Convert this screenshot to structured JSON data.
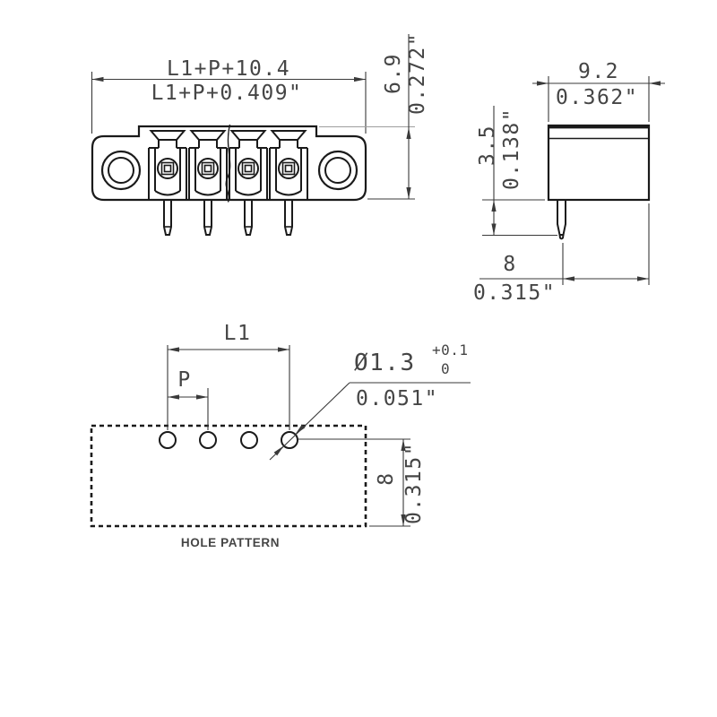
{
  "front_view": {
    "width_mm": "L1+P+10.4",
    "width_in": "L1+P+0.409\"",
    "height_mm": "6.9",
    "height_in": "0.272\""
  },
  "side_view": {
    "width_mm": "9.2",
    "width_in": "0.362\"",
    "pin_length_mm": "3.5",
    "pin_length_in": "0.138\"",
    "pin_to_edge_mm": "8",
    "pin_to_edge_in": "0.315\""
  },
  "hole_pattern": {
    "label": "HOLE PATTERN",
    "l1": "L1",
    "p": "P",
    "hole_dia_mm": "Ø1.3",
    "hole_dia_tol_upper": "+0.1",
    "hole_dia_tol_lower": "0",
    "hole_dia_in": "0.051\"",
    "edge_dist_mm": "8",
    "edge_dist_in": "0.315\""
  },
  "colors": {
    "outline": "#1a1a1a",
    "dimension": "#3a3a3a",
    "label": "#454545",
    "extension_gray": "#9e9e9e",
    "background": "#ffffff"
  }
}
